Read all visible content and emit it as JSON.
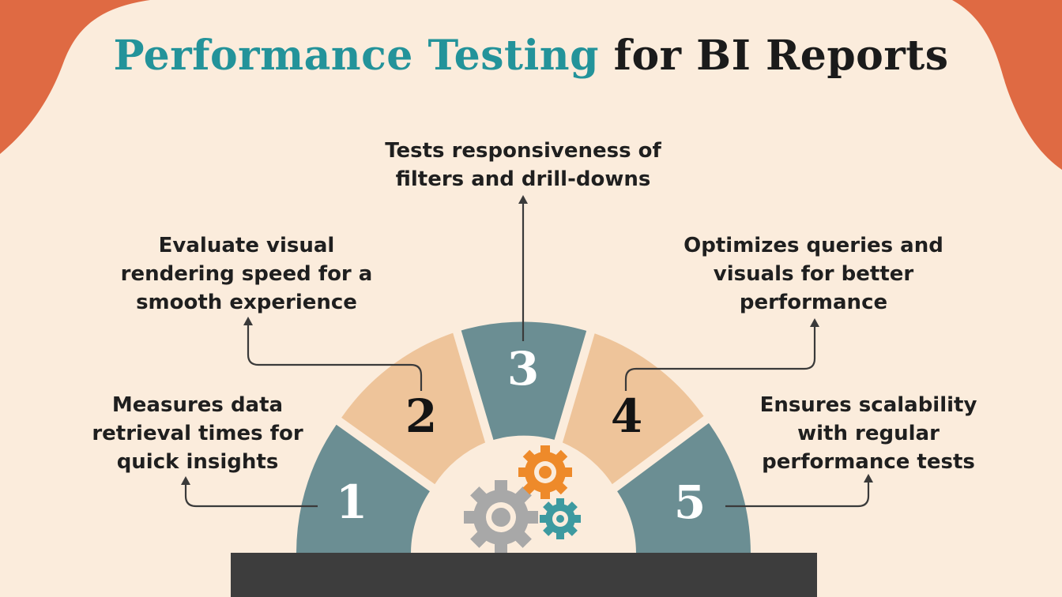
{
  "title": {
    "part1": "Performance Testing",
    "part2": "for BI Reports"
  },
  "steps": [
    {
      "number": "1",
      "text": "Measures data retrieval times for quick insights"
    },
    {
      "number": "2",
      "text": "Evaluate visual rendering speed for a smooth experience"
    },
    {
      "number": "3",
      "text": "Tests responsiveness of filters and drill-downs"
    },
    {
      "number": "4",
      "text": "Optimizes queries and visuals for better performance"
    },
    {
      "number": "5",
      "text": "Ensures scalability with regular performance tests"
    }
  ],
  "icons": [
    "gear-gray-icon",
    "gear-orange-icon",
    "gear-teal-icon"
  ],
  "colors": {
    "background": "#fbecdc",
    "corner": "#df6a43",
    "teal_segment": "#6b8e93",
    "peach_segment": "#eec49a",
    "title_accent": "#23939a",
    "base": "#3d3d3d",
    "gear_gray": "#a8a8a8",
    "gear_orange": "#ee8a2a",
    "gear_teal": "#3d9aa0"
  }
}
